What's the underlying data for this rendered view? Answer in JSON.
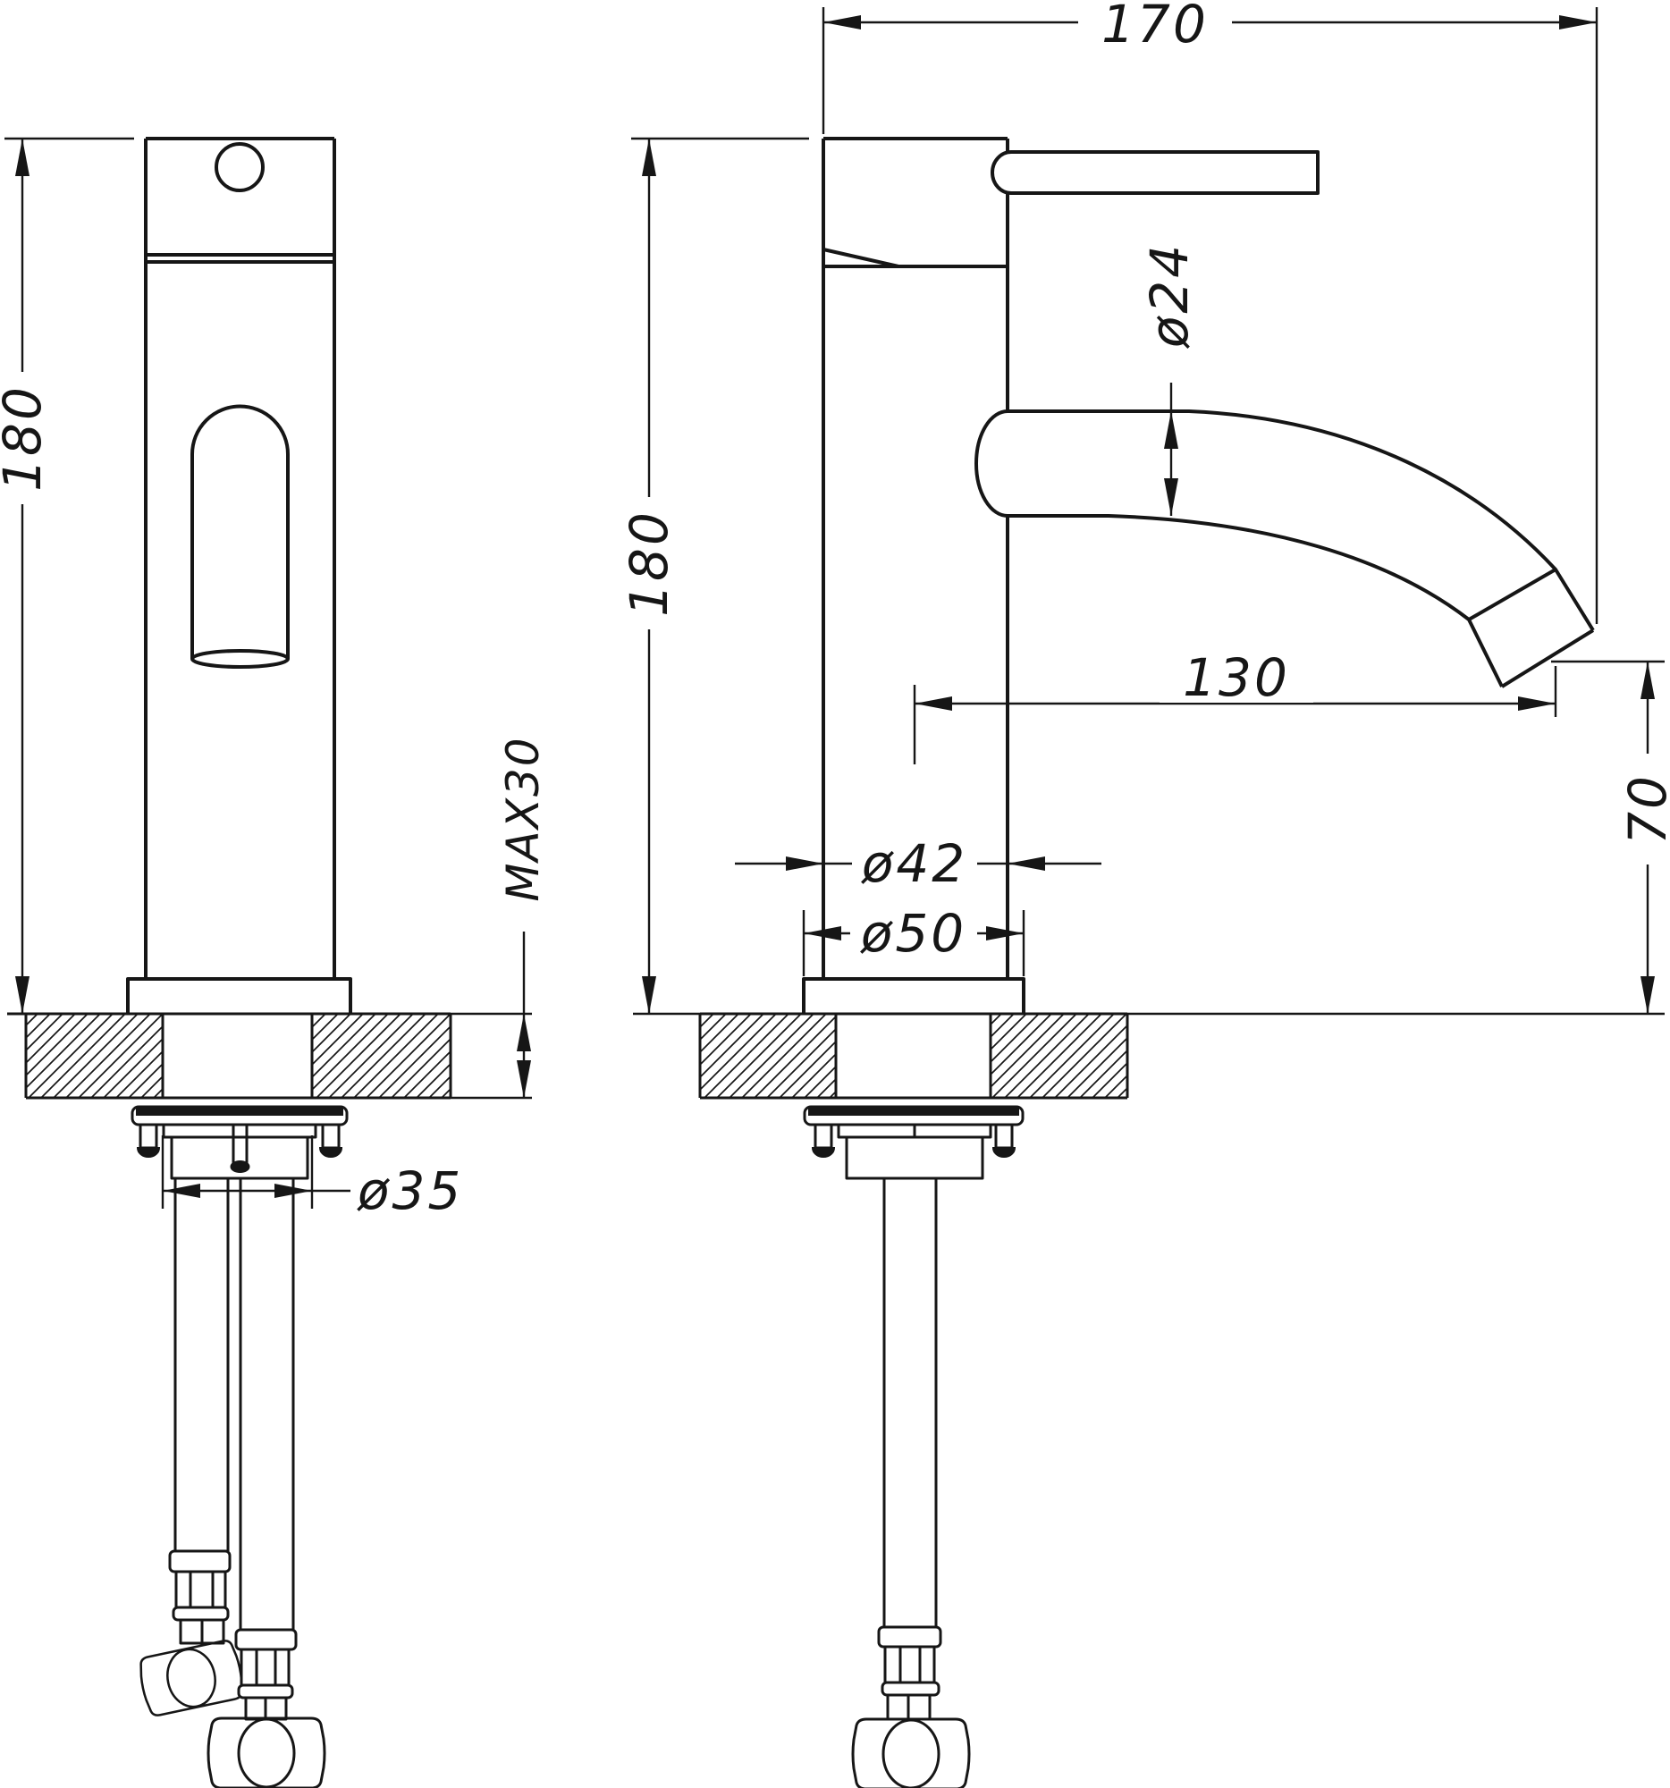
{
  "drawing": {
    "background": "#ffffff",
    "line_color": "#161616",
    "dimensions": {
      "depth": "170",
      "height_front": "180",
      "height_side": "180",
      "spout_diameter": "ø24",
      "spout_reach": "130",
      "outlet_height": "70",
      "body_diameter": "ø42",
      "base_diameter": "ø50",
      "max_counter_thickness": "MAX30",
      "shank_diameter": "ø35"
    }
  }
}
